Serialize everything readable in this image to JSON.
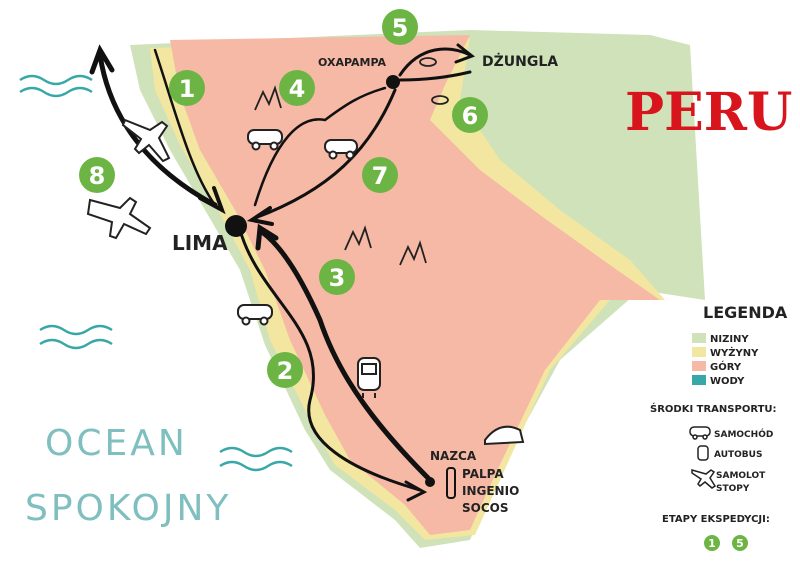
{
  "map": {
    "country_label": "PERU",
    "ocean_label_line1": "OCEAN",
    "ocean_label_line2": "SPOKOJNY",
    "cities": {
      "lima": "LIMA",
      "oxapampa": "OXAPAMPA",
      "dzungla": "DŻUNGLA",
      "nazca": "NAZCA",
      "palpa": "PALPA",
      "ingenio": "INGENIO",
      "socos": "SOCOS"
    },
    "stages": [
      "1",
      "2",
      "3",
      "4",
      "5",
      "6",
      "7",
      "8"
    ],
    "colors": {
      "lowlands": "#cfe2b9",
      "uplands": "#f3e6a0",
      "mountains": "#f6b9a6",
      "water": "#38a7a7",
      "stage_badge": "#6cb545",
      "route": "#111111",
      "country": "#d8141c"
    }
  },
  "legend": {
    "title": "LEGENDA",
    "terrain": [
      {
        "label": "NIZINY",
        "color": "#cfe2b9"
      },
      {
        "label": "WYŻYNY",
        "color": "#f3e6a0"
      },
      {
        "label": "GÓRY",
        "color": "#f6b9a6"
      },
      {
        "label": "WODY",
        "color": "#38a7a7"
      }
    ],
    "transport_title": "ŚRODKI TRANSPORTU:",
    "transport": [
      {
        "label": "SAMOCHÓD",
        "icon": "car-icon"
      },
      {
        "label": "AUTOBUS",
        "icon": "bus-icon"
      },
      {
        "label": "SAMOLOT",
        "icon": "plane-icon"
      },
      {
        "label": "STOPY",
        "icon": "footprints-icon"
      }
    ],
    "stages_title": "ETAPY EKSPEDYCJI:",
    "stages_example": [
      "1",
      "5"
    ]
  }
}
